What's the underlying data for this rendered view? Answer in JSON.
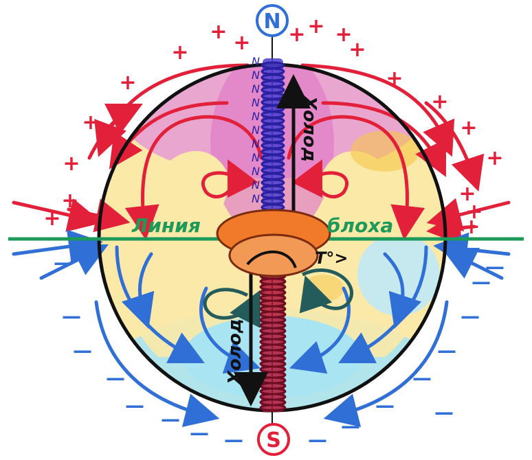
{
  "diagram": {
    "north_label": "N",
    "south_label": "S",
    "line_label_left": "Линия",
    "line_label_right": "блоха",
    "cold_top": "Холод",
    "cold_bottom": "Холод",
    "temperature_label": "T°>",
    "north_coil_marks": [
      "N",
      "N",
      "N",
      "N",
      "N",
      "N",
      "N",
      "N",
      "N",
      "N",
      "N"
    ],
    "plus_sign": "+",
    "minus_sign": "—",
    "colors": {
      "north_field": "#e8337a",
      "upper_magenta": "#e59ad6",
      "yellow_fill": "#fbe9a8",
      "cyan_fill": "#a8e4f2",
      "red_arrows": "#e3203a",
      "blue_arrows": "#2f6fd6",
      "equator_line": "#1d9a5a",
      "core_orange": "#f07a2a",
      "coil_blue": "#4a3fd0",
      "coil_red": "#b0183a",
      "outline": "#111111"
    }
  }
}
